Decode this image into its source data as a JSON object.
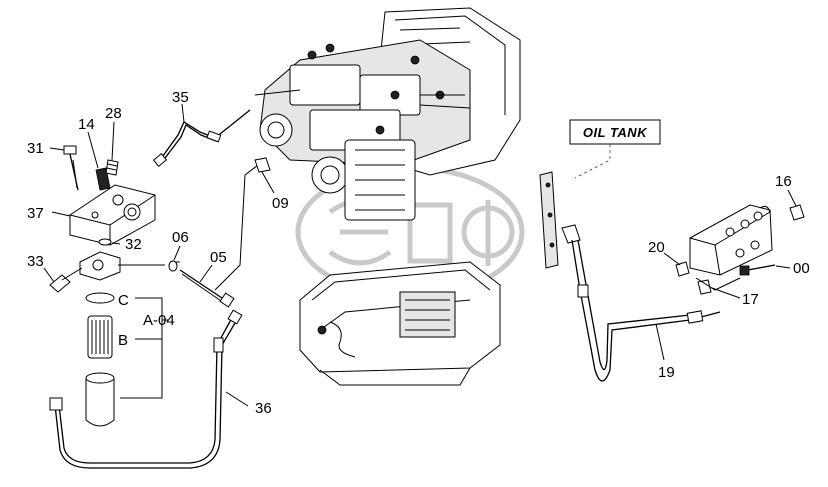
{
  "tag": {
    "text": "OIL TANK"
  },
  "watermark": {
    "text": "ЭПФ"
  },
  "callouts": [
    {
      "id": "35",
      "text": "35"
    },
    {
      "id": "28",
      "text": "28"
    },
    {
      "id": "14",
      "text": "14"
    },
    {
      "id": "31",
      "text": "31"
    },
    {
      "id": "37",
      "text": "37"
    },
    {
      "id": "32",
      "text": "32"
    },
    {
      "id": "33",
      "text": "33"
    },
    {
      "id": "06",
      "text": "06"
    },
    {
      "id": "05",
      "text": "05"
    },
    {
      "id": "C",
      "text": "C"
    },
    {
      "id": "A04",
      "text": "A-04"
    },
    {
      "id": "B",
      "text": "B"
    },
    {
      "id": "36",
      "text": "36"
    },
    {
      "id": "09",
      "text": "09"
    },
    {
      "id": "16",
      "text": "16"
    },
    {
      "id": "20",
      "text": "20"
    },
    {
      "id": "00",
      "text": "00"
    },
    {
      "id": "17",
      "text": "17"
    },
    {
      "id": "19",
      "text": "19"
    }
  ]
}
